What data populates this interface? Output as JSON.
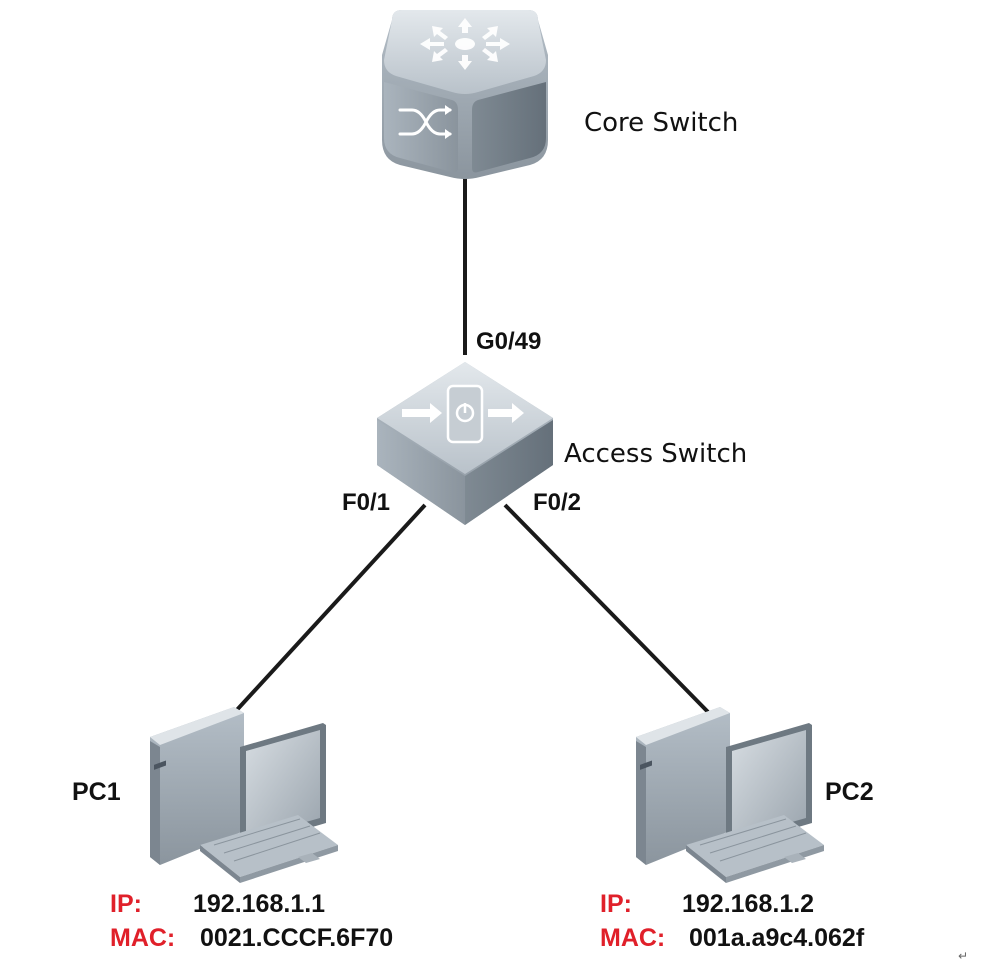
{
  "colors": {
    "link": "#1a1a1a",
    "device_light": "#cfd6dc",
    "device_mid": "#a3adb6",
    "device_dark": "#7b868f",
    "key_text": "#e0202a"
  },
  "devices": {
    "core_switch": {
      "label": "Core Switch",
      "icon": "layer3-switch-icon"
    },
    "access_switch": {
      "label": "Access Switch",
      "icon": "access-switch-icon"
    },
    "pc1": {
      "label": "PC1",
      "icon": "desktop-pc-icon",
      "ip_key": "IP:",
      "ip": "192.168.1.1",
      "mac_key": "MAC:",
      "mac": "0021.CCCF.6F70"
    },
    "pc2": {
      "label": "PC2",
      "icon": "desktop-pc-icon",
      "ip_key": "IP:",
      "ip": "192.168.1.2",
      "mac_key": "MAC:",
      "mac": "001a.a9c4.062f"
    }
  },
  "ports": {
    "uplink": "G0/49",
    "to_pc1": "F0/1",
    "to_pc2": "F0/2"
  },
  "end_mark": "↵"
}
